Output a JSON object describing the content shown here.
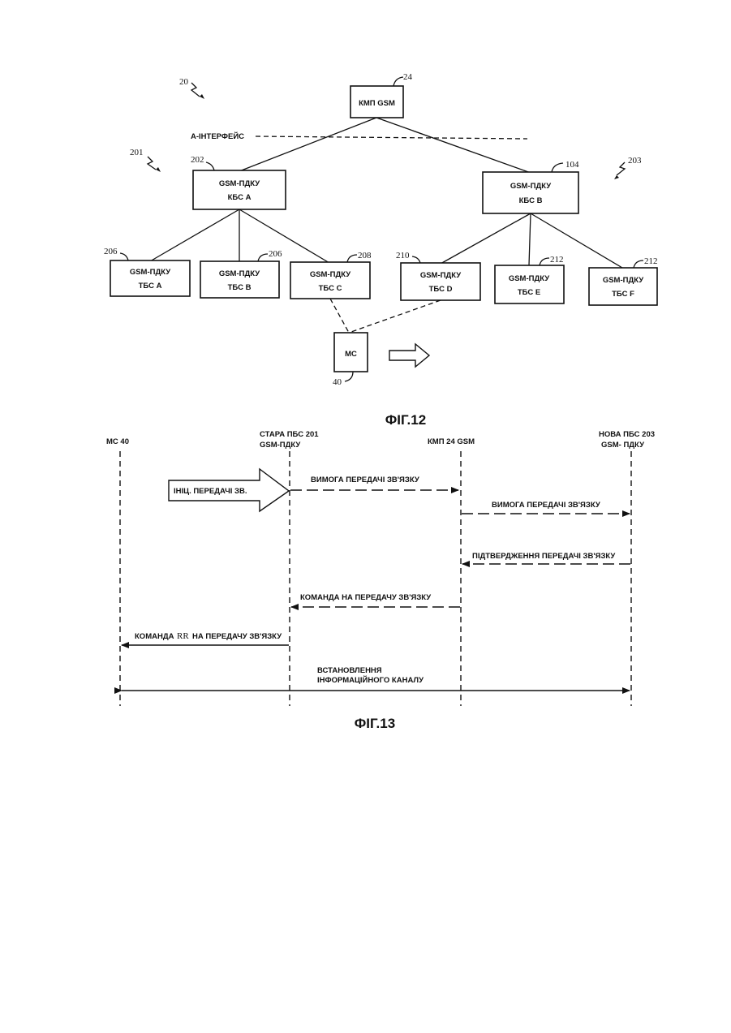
{
  "fig12": {
    "caption": "ФІГ.12",
    "system_ref": "20",
    "msc": {
      "label": "КМП GSM",
      "ref": "24"
    },
    "a_interface": "А-ІНТЕРФЕЙС",
    "bss_a_ref": "201",
    "bss_b_ref": "203",
    "bsc_a": {
      "line1": "GSM-ПДКУ",
      "line2": "КБС А",
      "ref": "202"
    },
    "bsc_b": {
      "line1": "GSM-ПДКУ",
      "line2": "КБС В",
      "ref": "104"
    },
    "bts": [
      {
        "line1": "GSM-ПДКУ",
        "line2": "ТБС А",
        "ref": "206"
      },
      {
        "line1": "GSM-ПДКУ",
        "line2": "ТБС В",
        "ref": "206"
      },
      {
        "line1": "GSM-ПДКУ",
        "line2": "ТБС С",
        "ref": "208"
      },
      {
        "line1": "GSM-ПДКУ",
        "line2": "ТБС D",
        "ref": "210"
      },
      {
        "line1": "GSM-ПДКУ",
        "line2": "ТБС Е",
        "ref": "212"
      },
      {
        "line1": "GSM-ПДКУ",
        "line2": "ТБС F",
        "ref": "212"
      }
    ],
    "ms": {
      "label": "МС",
      "ref": "40"
    }
  },
  "fig13": {
    "caption": "ФІГ.13",
    "lanes": {
      "ms": "МС 40",
      "old_bss_l1": "СТАРА ПБС 201",
      "old_bss_l2": "GSM-ПДКУ",
      "msc": "КМП 24 GSM",
      "new_bss_l1": "НОВА ПБС 203",
      "new_bss_l2": "GSM- ПДКУ"
    },
    "initiate": "ІНІЦ. ПЕРЕДАЧІ ЗВ.",
    "messages": {
      "m1": "ВИМОГА ПЕРЕДАЧІ ЗВ'ЯЗКУ",
      "m2": "ВИМОГА ПЕРЕДАЧІ ЗВ'ЯЗКУ",
      "m3": "ПІДТВЕРДЖЕННЯ ПЕРЕДАЧІ ЗВ'ЯЗКУ",
      "m4": "КОМАНДА НА ПЕРЕДАЧУ ЗВ'ЯЗКУ",
      "m5_a": "КОМАНДА",
      "m5_b": "RR",
      "m5_c": "НА ПЕРЕДАЧУ ЗВ'ЯЗКУ"
    },
    "channel_l1": "ВСТАНОВЛЕННЯ",
    "channel_l2": "ІНФОРМАЦІЙНОГО КАНАЛУ"
  }
}
